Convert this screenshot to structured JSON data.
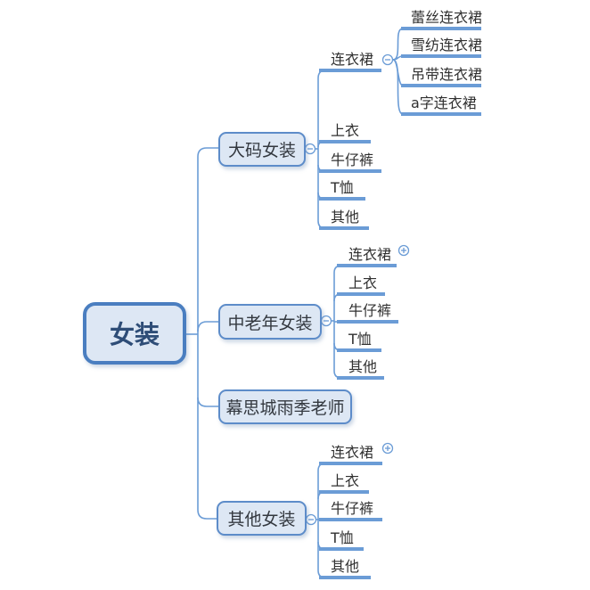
{
  "colors": {
    "node_fill": "#dde7f4",
    "root_border": "#4a7ec0",
    "branch_border": "#5d8cc9",
    "line": "#6b9cd6",
    "leaf_text": "#303030",
    "branch_text": "#33383f",
    "root_text": "#2e4d77"
  },
  "icons": {
    "collapse": "minus-in-circle",
    "expand": "plus-in-circle"
  },
  "root": {
    "label": "女装"
  },
  "branches": [
    {
      "label": "大码女装",
      "toggle": "minus",
      "children": [
        {
          "label": "连衣裙",
          "toggle": "minus",
          "children": [
            {
              "label": "蕾丝连衣裙"
            },
            {
              "label": "雪纺连衣裙"
            },
            {
              "label": "吊带连衣裙"
            },
            {
              "label": "a字连衣裙"
            }
          ]
        },
        {
          "label": "上衣"
        },
        {
          "label": "牛仔裤"
        },
        {
          "label": "T恤"
        },
        {
          "label": "其他"
        }
      ]
    },
    {
      "label": "中老年女装",
      "toggle": "minus",
      "children": [
        {
          "label": "连衣裙",
          "toggle": "plus"
        },
        {
          "label": "上衣"
        },
        {
          "label": "牛仔裤"
        },
        {
          "label": "T恤"
        },
        {
          "label": "其他"
        }
      ]
    },
    {
      "label": "幕思城雨季老师"
    },
    {
      "label": "其他女装",
      "toggle": "minus",
      "children": [
        {
          "label": "连衣裙",
          "toggle": "plus"
        },
        {
          "label": "上衣"
        },
        {
          "label": "牛仔裤"
        },
        {
          "label": "T恤"
        },
        {
          "label": "其他"
        }
      ]
    }
  ]
}
